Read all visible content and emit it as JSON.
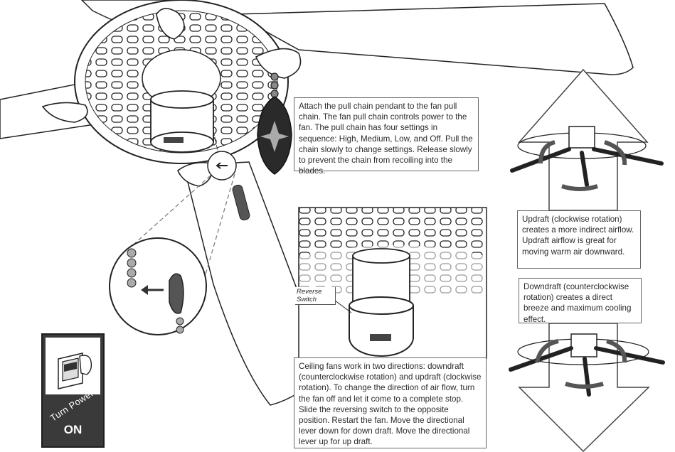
{
  "callouts": {
    "pull_chain": "Attach the pull chain pendant to the fan pull chain. The fan pull chain controls power to the fan. The pull chain has four settings in sequence: High, Medium, Low, and Off. Pull the chain slowly to change settings. Release slowly to prevent the chain from recoiling into the blades.",
    "updraft": "Updraft (clockwise rotation) creates a more indirect airflow. Updraft airflow is great for moving warm air downward.",
    "downdraft": "Downdraft (counterclockwise rotation) creates a direct breeze and maximum cooling effect.",
    "reverse": "Ceiling fans work in two directions: downdraft (counterclockwise rotation) and updraft (clockwise rotation). To change the direction of air flow, turn the fan off and let it come to a complete stop. Slide the reversing switch to the opposite position. Restart the fan. Move the directional lever down for down draft. Move the directional lever up for up draft."
  },
  "labels": {
    "reverse_switch": "Reverse Switch",
    "turn_power": "Turn Power",
    "on": "ON"
  },
  "colors": {
    "line": "#222222",
    "badge": "#3a3a3a",
    "gray_fill": "#c8c8c8",
    "arrow_fill": "#ffffff"
  }
}
